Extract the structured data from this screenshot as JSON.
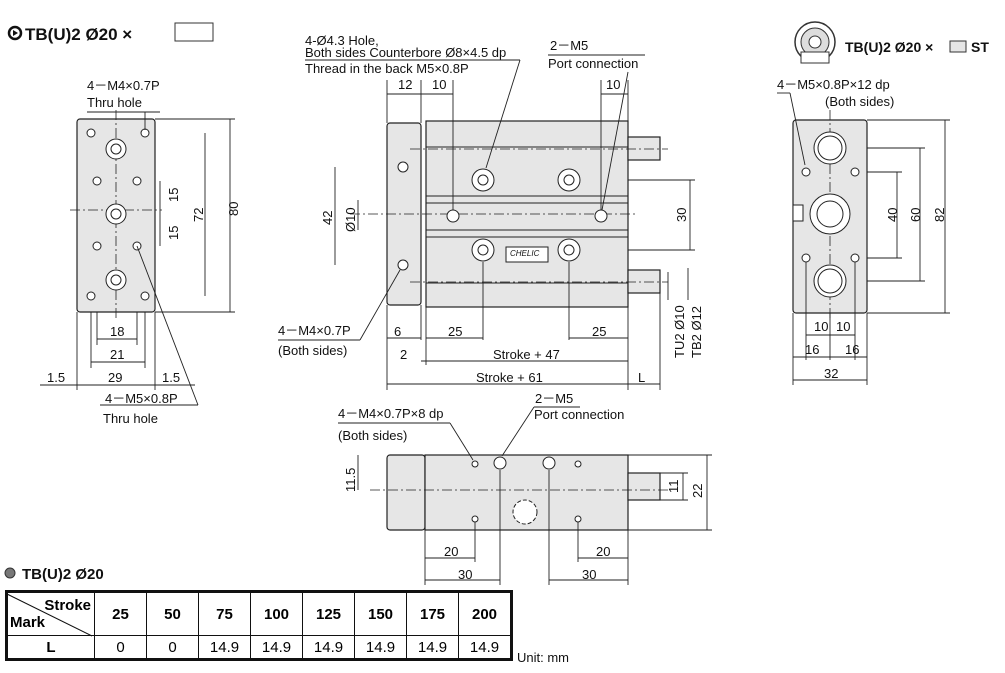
{
  "title": {
    "model": "TB(U)2 Ø20 ×"
  },
  "left_view": {
    "hole_top": "4－M4×0.7P",
    "hole_top_note": "Thru hole",
    "hole_bottom": "4－M5×0.8P",
    "hole_bottom_note": "Thru hole",
    "dims": {
      "h80": "80",
      "h72": "72",
      "h15a": "15",
      "h15b": "15",
      "w18": "18",
      "w21": "21",
      "w29": "29",
      "e1": "1.5",
      "e2": "1.5"
    }
  },
  "front_view": {
    "hole_label_1": "4-Ø4.3 Hole,",
    "hole_label_2": "Both sides Counterbore Ø8×4.5 dp",
    "hole_label_3": "Thread in the back M5×0.8P",
    "port_label": "2－M5",
    "port_note": "Port connection",
    "plate_hole": "4－M4×0.7P",
    "plate_hole_note": "(Both sides)",
    "nameplate": "CHELIC",
    "dims": {
      "d12": "12",
      "d10a": "10",
      "d10b": "10",
      "d42": "42",
      "dphi10": "Ø10",
      "d30": "30",
      "d6": "6",
      "d25a": "25",
      "d25b": "25",
      "d2": "2",
      "s47": "Stroke + 47",
      "s61": "Stroke + 61",
      "L": "L",
      "tu2": "TU2 Ø10",
      "tb2": "TB2 Ø12"
    }
  },
  "bottom_view": {
    "hole_label": "4－M4×0.7P×8 dp",
    "hole_note": "(Both sides)",
    "port_label": "2－M5",
    "port_note": "Port connection",
    "dims": {
      "d11_5": "11.5",
      "d11": "11",
      "d22": "22",
      "d20a": "20",
      "d20b": "20",
      "d30a": "30",
      "d30b": "30"
    }
  },
  "side_view": {
    "logo": "disc",
    "model": "TB(U)2 Ø20 ×",
    "suffix": "ST",
    "hole_label": "4－M5×0.8P×12 dp",
    "hole_note": "(Both sides)",
    "dims": {
      "d40": "40",
      "d60": "60",
      "d82": "82",
      "d10a": "10",
      "d10b": "10",
      "d16a": "16",
      "d16b": "16",
      "d32": "32"
    }
  },
  "table": {
    "title": "TB(U)2 Ø20",
    "corner_top": "Stroke",
    "corner_bottom": "Mark",
    "strokes": [
      "25",
      "50",
      "75",
      "100",
      "125",
      "150",
      "175",
      "200"
    ],
    "row_label": "L",
    "values": [
      "0",
      "0",
      "14.9",
      "14.9",
      "14.9",
      "14.9",
      "14.9",
      "14.9"
    ],
    "unit": "Unit: mm"
  }
}
